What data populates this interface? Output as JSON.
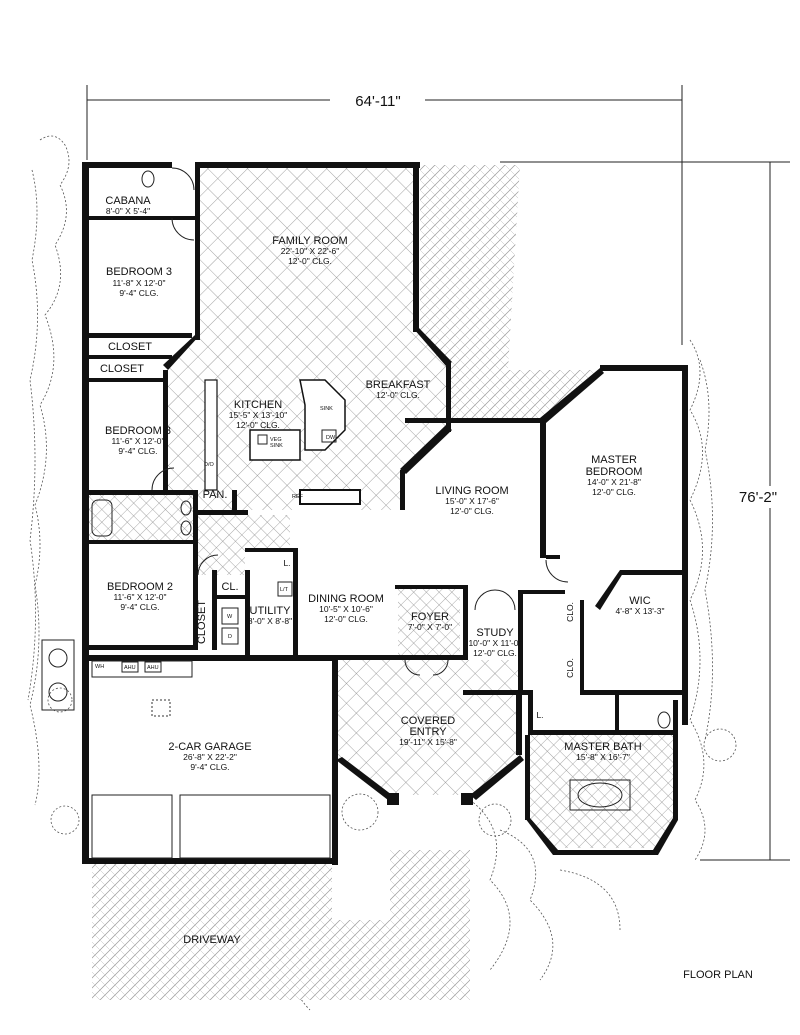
{
  "dimensions": {
    "width": "64'-11\"",
    "depth": "76'-2\""
  },
  "caption": "FLOOR PLAN",
  "rooms": {
    "cabana": {
      "name": "CABANA",
      "size": "8'-0\" X 5'-4\""
    },
    "bedroom3a": {
      "name": "BEDROOM 3",
      "size": "11'-8\" X 12'-0\"",
      "clg": "9'-4\" CLG."
    },
    "closet1": {
      "name": "CLOSET"
    },
    "closet2": {
      "name": "CLOSET"
    },
    "bedroom3b": {
      "name": "BEDROOM 3",
      "size": "11'-6\" X 12'-0\"",
      "clg": "9'-4\" CLG."
    },
    "family": {
      "name": "FAMILY ROOM",
      "size": "22'-10\" X 22'-6\"",
      "clg": "12'-0\" CLG."
    },
    "kitchen": {
      "name": "KITCHEN",
      "size": "15'-5\" X 13'-10\"",
      "clg": "12'-0\" CLG."
    },
    "breakfast": {
      "name": "BREAKFAST",
      "clg": "12'-0\" CLG."
    },
    "pantry": {
      "name": "PAN."
    },
    "living": {
      "name": "LIVING ROOM",
      "size": "15'-0\" X 17'-6\"",
      "clg": "12'-0\" CLG."
    },
    "master": {
      "name": "MASTER",
      "name2": "BEDROOM",
      "size": "14'-0\" X 21'-8\"",
      "clg": "12'-0\" CLG."
    },
    "bedroom2": {
      "name": "BEDROOM 2",
      "size": "11'-6\" X 12'-0\"",
      "clg": "9'-4\" CLG."
    },
    "cl": {
      "name": "CL."
    },
    "closet3": {
      "name": "CLOSET"
    },
    "utility": {
      "name": "UTILITY",
      "size": "8'-0\" X 8'-8\""
    },
    "linen": {
      "name": "L."
    },
    "dining": {
      "name": "DINING ROOM",
      "size": "10'-5\" X 10'-6\"",
      "clg": "12'-0\" CLG."
    },
    "foyer": {
      "name": "FOYER",
      "size": "7'-0\" X 7'-0\""
    },
    "study": {
      "name": "STUDY",
      "size": "10'-0\" X 11'-0\"",
      "clg": "12'-0\" CLG."
    },
    "clo1": {
      "name": "CLO."
    },
    "clo2": {
      "name": "CLO."
    },
    "wic": {
      "name": "WIC",
      "size": "4'-8\" X 13'-3\""
    },
    "linen2": {
      "name": "L."
    },
    "masterbath": {
      "name": "MASTER BATH",
      "size": "15'-8\" X 16'-7\""
    },
    "garage": {
      "name": "2-CAR GARAGE",
      "size": "26'-8\" X 22'-2\"",
      "clg": "9'-4\" CLG."
    },
    "entry": {
      "name": "COVERED",
      "name2": "ENTRY",
      "size": "19'-11\" X 15'-8\""
    },
    "driveway": {
      "name": "DRIVEWAY"
    }
  },
  "fixtures": {
    "sink": "SINK",
    "veg": "VEG",
    "vegsink": "SINK",
    "dw": "DW",
    "ref": "REF",
    "do": "D/O",
    "wh": "WH",
    "ahu1": "AHU",
    "ahu2": "AHU",
    "w": "W",
    "d": "D",
    "lt": "L/T"
  }
}
